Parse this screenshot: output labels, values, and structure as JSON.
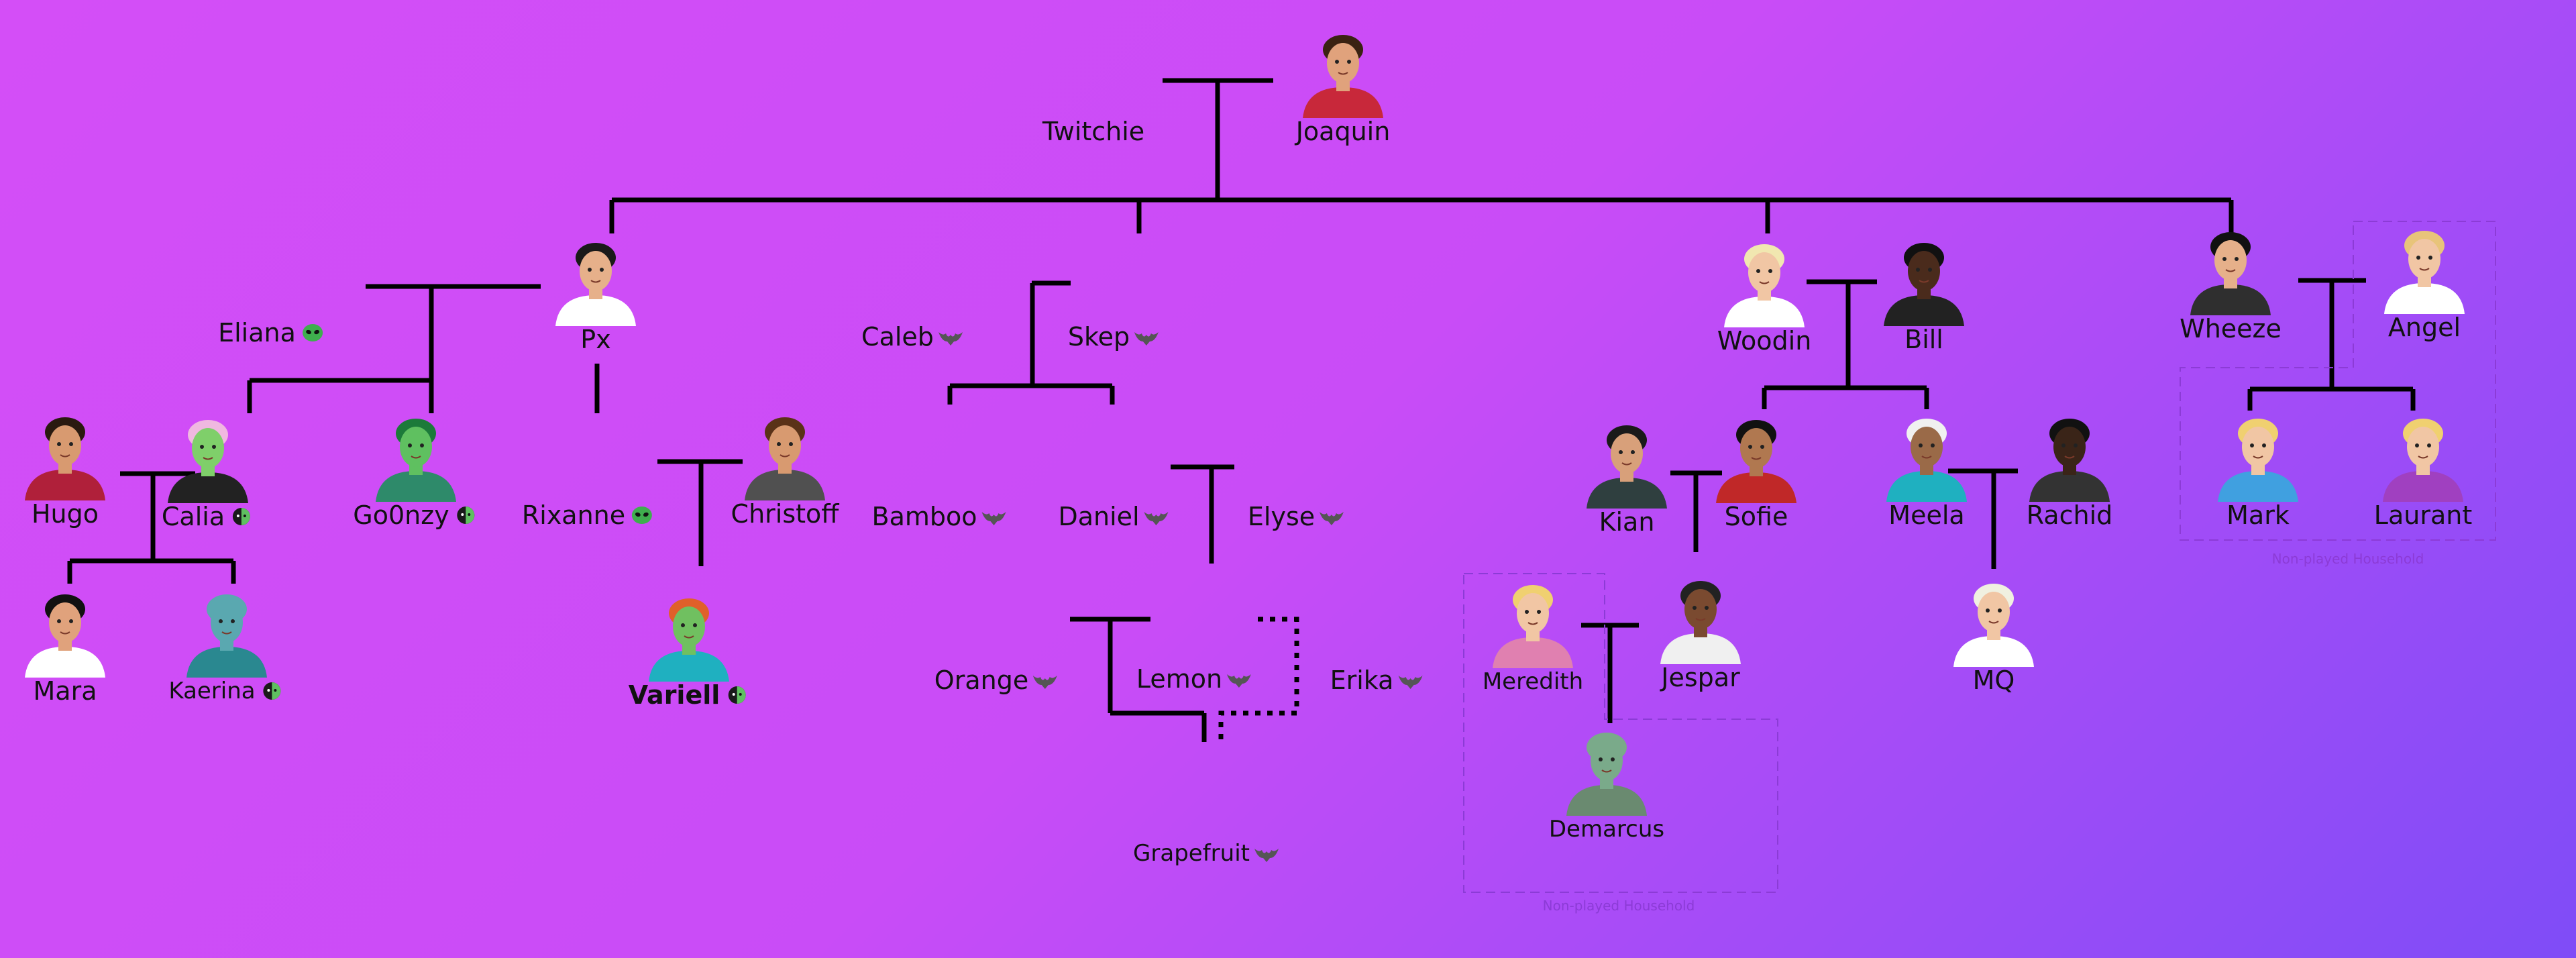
{
  "tree": {
    "people": [
      {
        "id": "twitchie",
        "name": "Twitchie",
        "icon": "none",
        "portrait": false
      },
      {
        "id": "joaquin",
        "name": "Joaquin",
        "icon": "none",
        "portrait": true
      },
      {
        "id": "px",
        "name": "Px",
        "icon": "none",
        "portrait": true
      },
      {
        "id": "eliana",
        "name": "Eliana",
        "icon": "alien-icon",
        "portrait": false
      },
      {
        "id": "caleb",
        "name": "Caleb",
        "icon": "bat-icon",
        "portrait": false
      },
      {
        "id": "skep",
        "name": "Skep",
        "icon": "bat-icon",
        "portrait": false
      },
      {
        "id": "woodin",
        "name": "Woodin",
        "icon": "none",
        "portrait": true
      },
      {
        "id": "bill",
        "name": "Bill",
        "icon": "none",
        "portrait": true
      },
      {
        "id": "wheeze",
        "name": "Wheeze",
        "icon": "none",
        "portrait": true
      },
      {
        "id": "angel",
        "name": "Angel",
        "icon": "none",
        "portrait": true
      },
      {
        "id": "hugo",
        "name": "Hugo",
        "icon": "none",
        "portrait": true
      },
      {
        "id": "calia",
        "name": "Calia",
        "icon": "hybrid-icon",
        "portrait": true
      },
      {
        "id": "go0nzy",
        "name": "Go0nzy",
        "icon": "hybrid-icon",
        "portrait": true
      },
      {
        "id": "rixanne",
        "name": "Rixanne",
        "icon": "alien-icon",
        "portrait": false
      },
      {
        "id": "christoff",
        "name": "Christoff",
        "icon": "none",
        "portrait": true
      },
      {
        "id": "bamboo",
        "name": "Bamboo",
        "icon": "bat-icon",
        "portrait": false
      },
      {
        "id": "daniel",
        "name": "Daniel",
        "icon": "bat-icon",
        "portrait": false
      },
      {
        "id": "elyse",
        "name": "Elyse",
        "icon": "bat-icon",
        "portrait": false
      },
      {
        "id": "kian",
        "name": "Kian",
        "icon": "none",
        "portrait": true
      },
      {
        "id": "sofie",
        "name": "Sofie",
        "icon": "none",
        "portrait": true
      },
      {
        "id": "meela",
        "name": "Meela",
        "icon": "none",
        "portrait": true
      },
      {
        "id": "rachid",
        "name": "Rachid",
        "icon": "none",
        "portrait": true
      },
      {
        "id": "mark",
        "name": "Mark",
        "icon": "none",
        "portrait": true
      },
      {
        "id": "laurant",
        "name": "Laurant",
        "icon": "none",
        "portrait": true
      },
      {
        "id": "mara",
        "name": "Mara",
        "icon": "none",
        "portrait": true
      },
      {
        "id": "kaerina",
        "name": "Kaerina",
        "icon": "hybrid-icon",
        "portrait": true
      },
      {
        "id": "variell",
        "name": "Variell",
        "icon": "hybrid-icon",
        "portrait": true
      },
      {
        "id": "orange",
        "name": "Orange",
        "icon": "bat-icon",
        "portrait": false
      },
      {
        "id": "lemon",
        "name": "Lemon",
        "icon": "bat-icon",
        "portrait": false
      },
      {
        "id": "erika",
        "name": "Erika",
        "icon": "bat-icon",
        "portrait": false
      },
      {
        "id": "meredith",
        "name": "Meredith",
        "icon": "none",
        "portrait": true
      },
      {
        "id": "jespar",
        "name": "Jespar",
        "icon": "none",
        "portrait": true
      },
      {
        "id": "mq",
        "name": "MQ",
        "icon": "none",
        "portrait": true
      },
      {
        "id": "demarcus",
        "name": "Demarcus",
        "icon": "none",
        "portrait": true
      },
      {
        "id": "grapefruit",
        "name": "Grapefruit",
        "icon": "bat-icon",
        "portrait": false
      }
    ],
    "households": [
      {
        "id": "household-right",
        "label": "Non-played Household"
      },
      {
        "id": "household-bottom",
        "label": "Non-played Household"
      }
    ],
    "colors": {
      "line": "#000000",
      "household_border": "#8c3bd6",
      "alien_icon": "#3fae4e",
      "bat_icon": "#555555"
    }
  }
}
